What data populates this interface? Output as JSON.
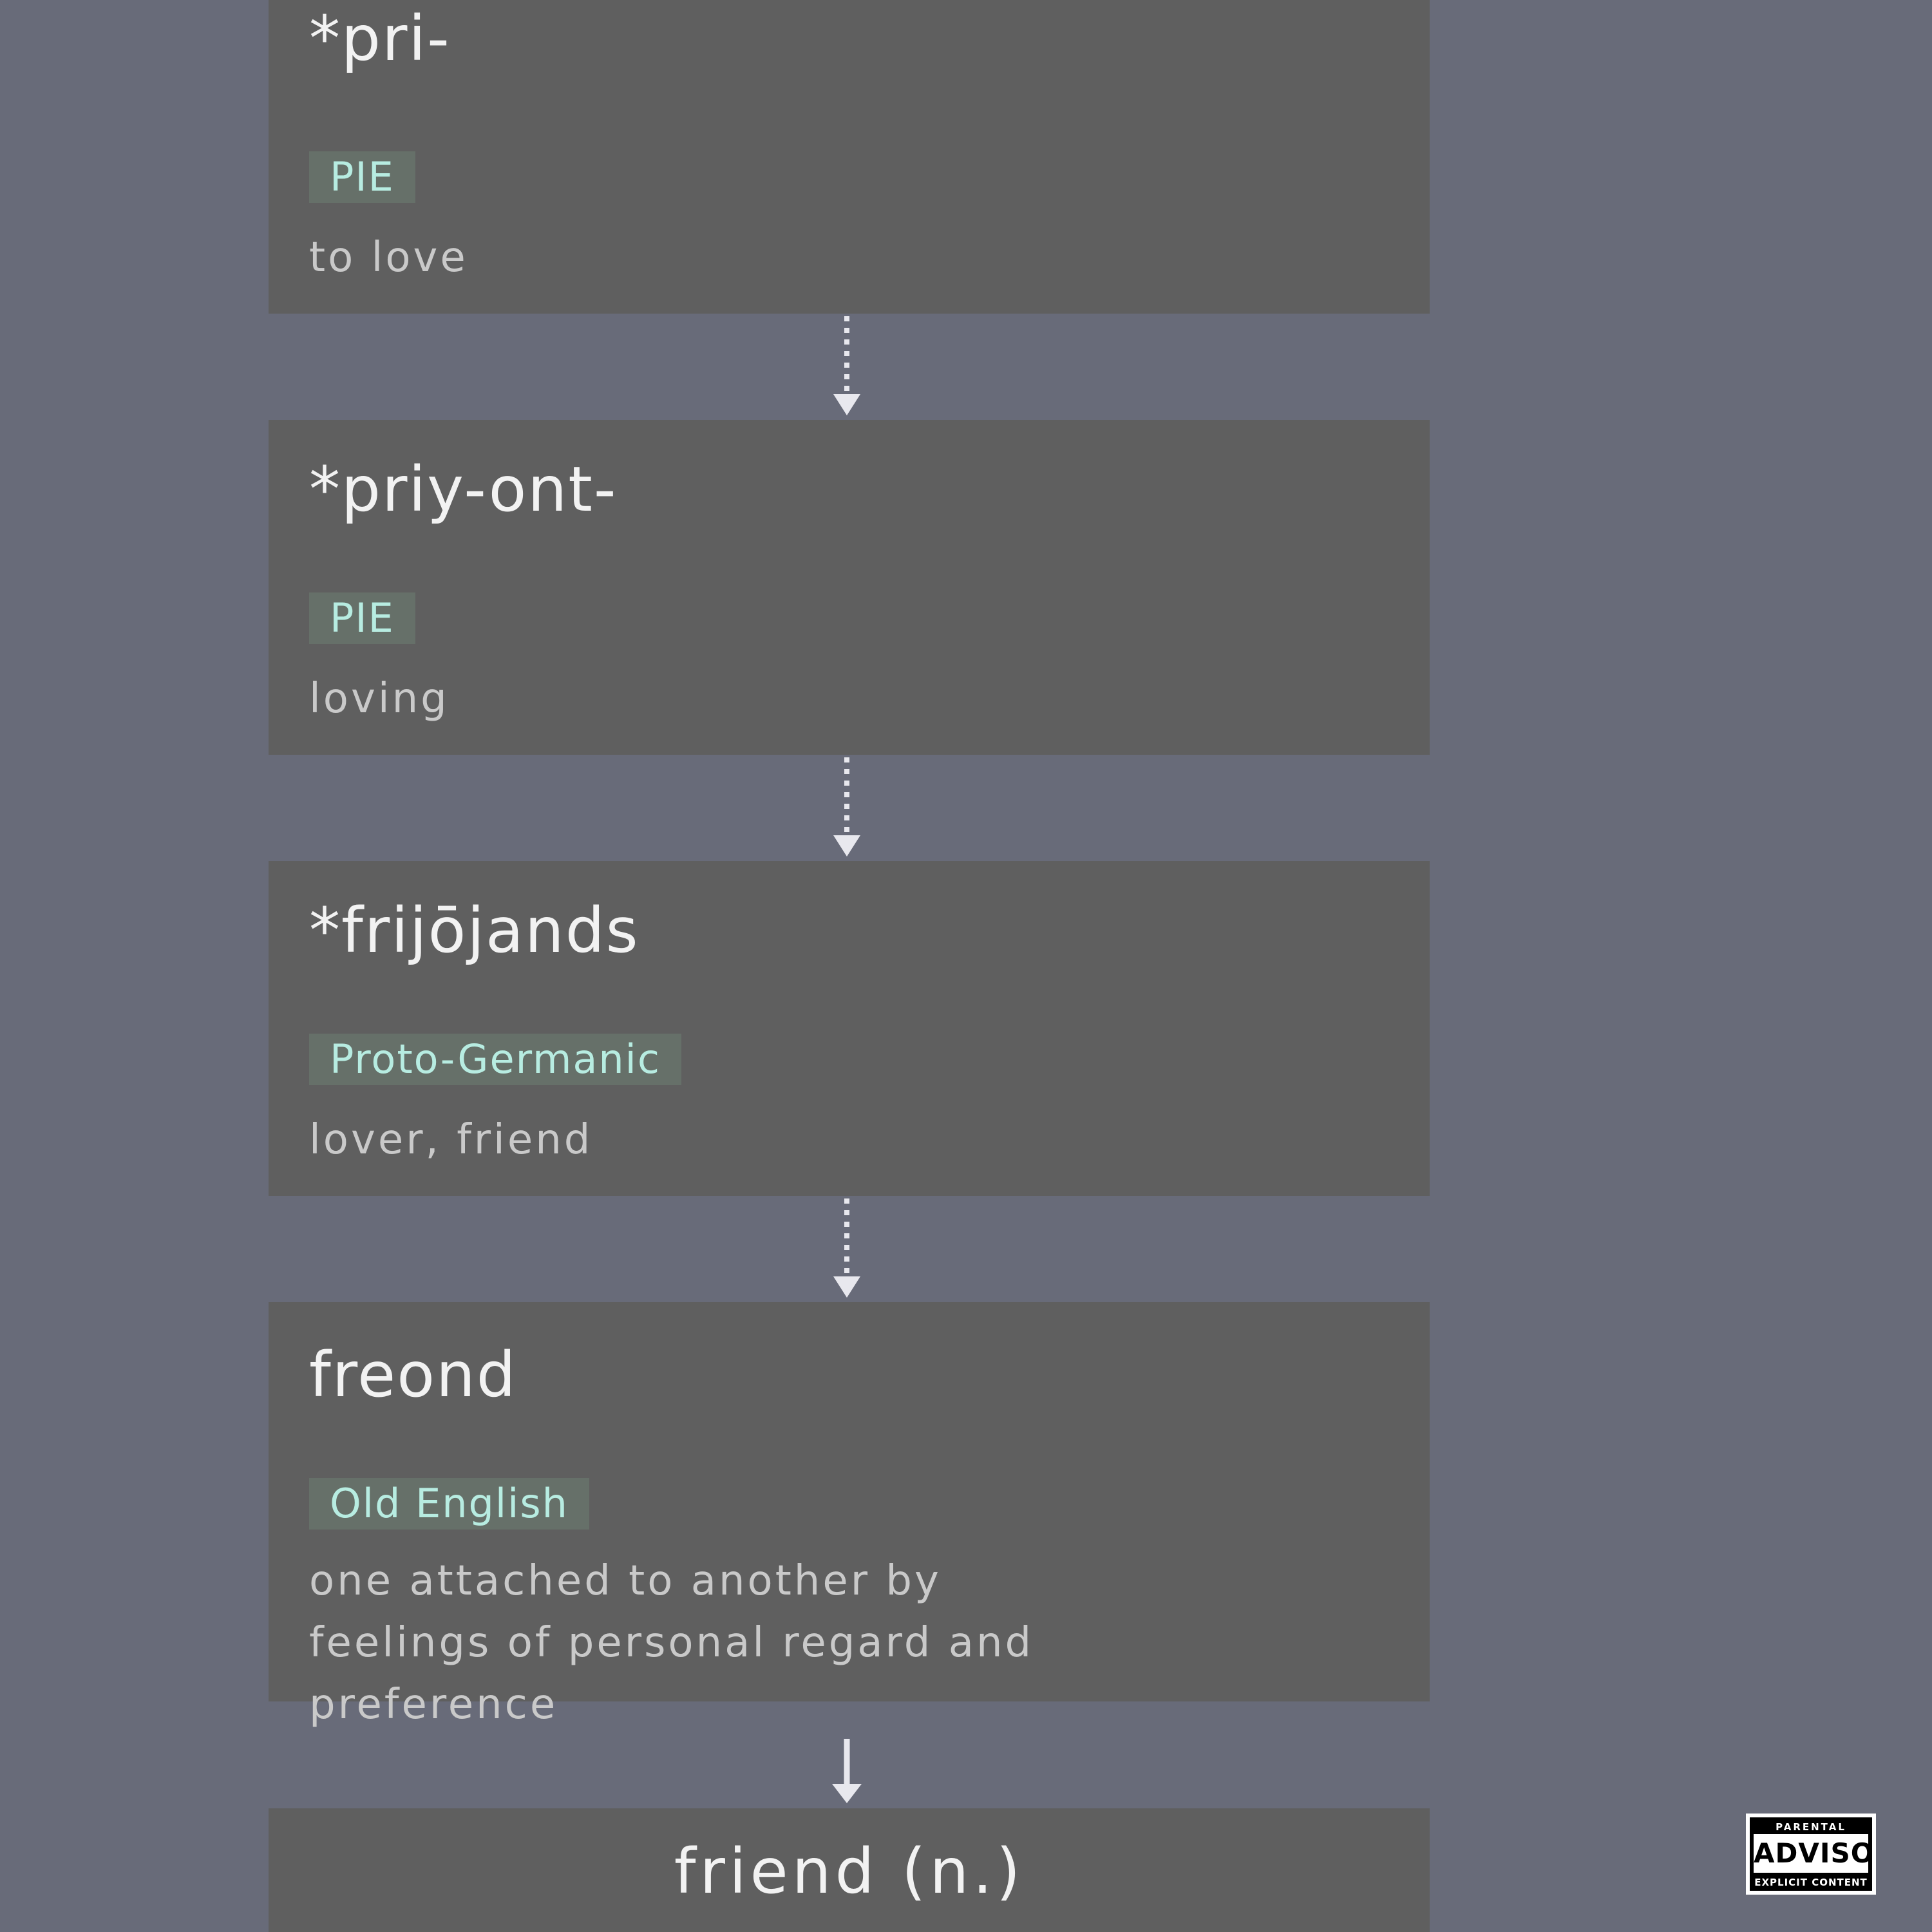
{
  "stages": [
    {
      "word": "*pri-",
      "language": "PIE",
      "gloss": "to love"
    },
    {
      "word": "*priy-ont-",
      "language": "PIE",
      "gloss": "loving"
    },
    {
      "word": "*frijōjands",
      "language": "Proto-Germanic",
      "gloss": "lover, friend"
    },
    {
      "word": "freond",
      "language": "Old English",
      "gloss_lines": [
        "one attached to another by",
        "feelings of personal regard and",
        "preference"
      ]
    }
  ],
  "result": {
    "word": "friend (n.)"
  },
  "badge": {
    "top": "PARENTAL",
    "middle": "ADVISORY",
    "bottom": "EXPLICIT CONTENT"
  },
  "colors": {
    "background": "#686b79",
    "card": "#5f5f5f",
    "language_tag_bg": "#667069",
    "language_tag_text": "#b7ece1",
    "arrow": "#e8e8ee"
  },
  "icons": {
    "link_arrow": "dotted-down-arrow-icon",
    "final_arrow": "down-arrow-icon"
  }
}
